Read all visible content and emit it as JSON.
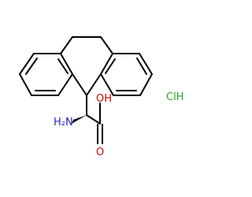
{
  "molecule": {
    "labels": {
      "amine": "H₂N",
      "hydroxyl": "OH",
      "carbonyl": "O",
      "salt": "ClH"
    },
    "colors": {
      "bond": "#000000",
      "nitrogen": "#2222cc",
      "oxygen": "#dd0000",
      "chlorine": "#22aa22"
    }
  }
}
